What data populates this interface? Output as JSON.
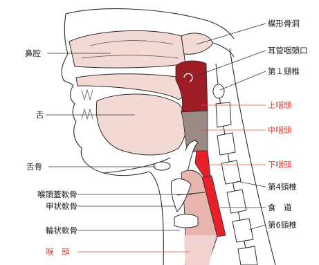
{
  "labels": {
    "sphenoid_sinus": "蝶形骨洞",
    "nasal_cavity": "鼻腔",
    "eustachian_opening": "耳管咽頭口",
    "c1_vertebra": "第１頸椎",
    "tongue": "舌",
    "nasopharynx": "上咽頭",
    "oropharynx": "中咽頭",
    "hyoid": "舌骨",
    "hypopharynx": "下咽頭",
    "epiglottis": "喉頭蓋軟骨",
    "c4_vertebra": "第4頸椎",
    "thyroid_cartilage": "甲状軟骨",
    "esophagus": "食　道",
    "cricoid_cartilage": "輪状軟骨",
    "c6_vertebra": "第6頸椎",
    "larynx": "喉　頭"
  },
  "colors": {
    "nasopharynx": "#9e1d25",
    "oropharynx": "#9b8a85",
    "hypopharynx": "#e8202a",
    "larynx": "#e8b4ae",
    "soft_tissue": "#f3d9d3",
    "red_label": "#e03a2f"
  }
}
